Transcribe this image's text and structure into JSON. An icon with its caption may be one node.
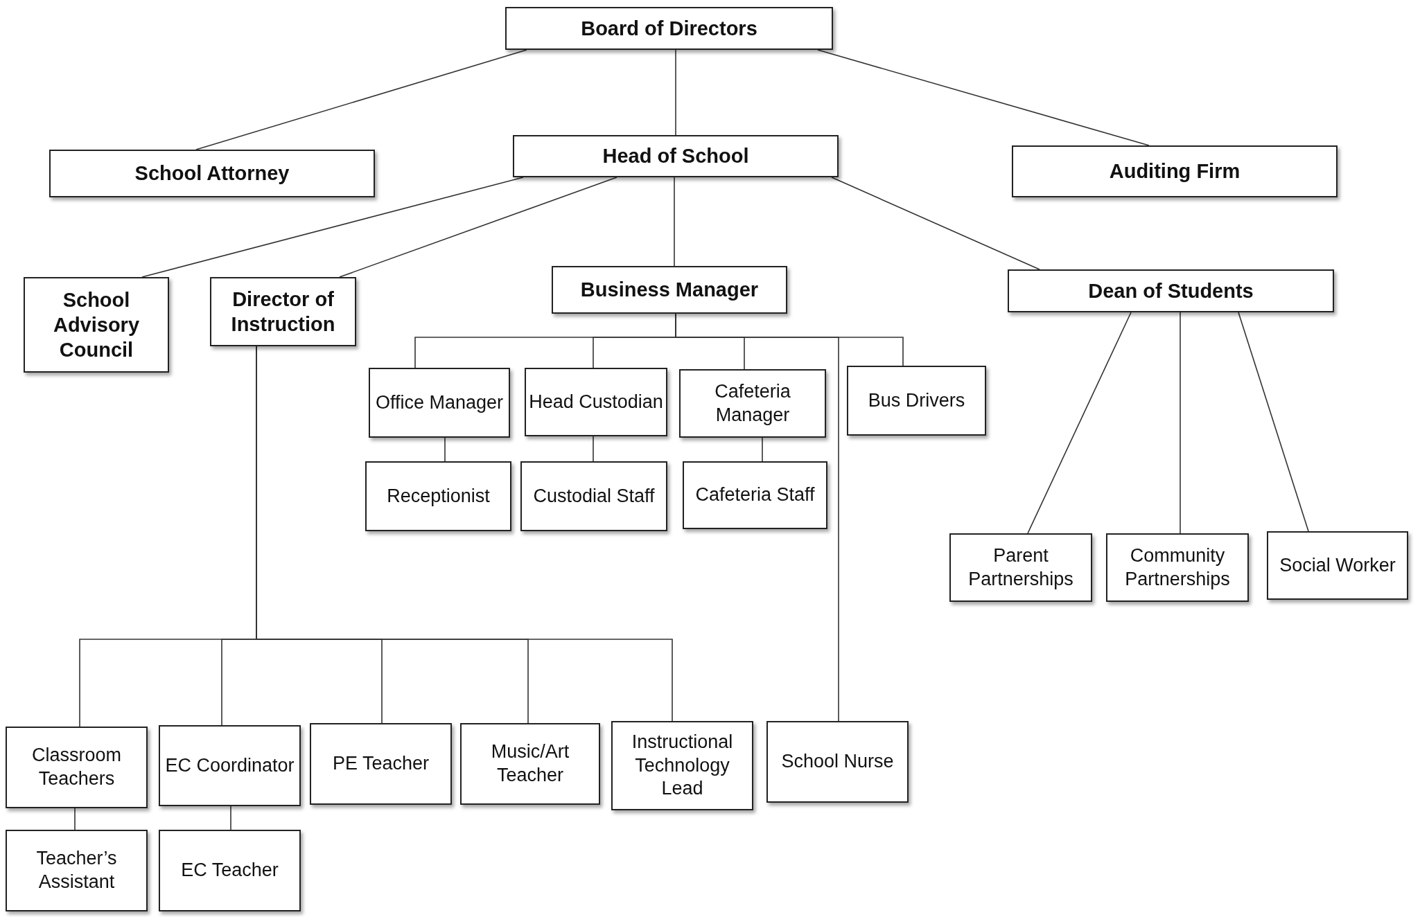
{
  "diagram": {
    "nodes": [
      {
        "text": [
          "Board of Directors"
        ]
      },
      {
        "text": [
          "School Attorney"
        ]
      },
      {
        "text": [
          "Head of School"
        ]
      },
      {
        "text": [
          "Auditing Firm"
        ]
      },
      {
        "text": [
          "School Advisory Council"
        ]
      },
      {
        "text": [
          "Director of Instruction"
        ]
      },
      {
        "text": [
          "Business Manager"
        ]
      },
      {
        "text": [
          "Dean of Students"
        ]
      },
      {
        "text": [
          "Office Manager"
        ]
      },
      {
        "text": [
          "Head Custodian"
        ]
      },
      {
        "text": [
          "Cafeteria Manager"
        ]
      },
      {
        "text": [
          "Bus Drivers"
        ]
      },
      {
        "text": [
          "Receptionist"
        ]
      },
      {
        "text": [
          "Custodial Staff"
        ]
      },
      {
        "text": [
          "Cafeteria Staff"
        ]
      },
      {
        "text": [
          "Parent Partnerships"
        ]
      },
      {
        "text": [
          "Community Partnerships"
        ]
      },
      {
        "text": [
          "Social Worker"
        ]
      },
      {
        "text": [
          "Classroom Teachers"
        ]
      },
      {
        "text": [
          "EC Coordinator"
        ]
      },
      {
        "text": [
          "PE Teacher"
        ]
      },
      {
        "text": [
          "Music/Art Teacher"
        ]
      },
      {
        "text": [
          "Instructional Technology Lead"
        ]
      },
      {
        "text": [
          "School Nurse"
        ]
      },
      {
        "text": [
          "Teacher’s Assistant"
        ]
      },
      {
        "text": [
          "EC Teacher"
        ]
      }
    ],
    "edges": [
      {
        "from": 0,
        "to": 1,
        "arrow": "none"
      },
      {
        "from": 0,
        "to": 2,
        "arrow": "none"
      },
      {
        "from": 0,
        "to": 3,
        "arrow": "none"
      },
      {
        "from": 2,
        "to": 4,
        "arrow": "none"
      },
      {
        "from": 2,
        "to": 5,
        "arrow": "none"
      },
      {
        "from": 2,
        "to": 6,
        "arrow": "none"
      },
      {
        "from": 2,
        "to": 7,
        "arrow": "none"
      },
      {
        "from": 6,
        "to": 8,
        "arrow": "none"
      },
      {
        "from": 6,
        "to": 9,
        "arrow": "none"
      },
      {
        "from": 6,
        "to": 10,
        "arrow": "none"
      },
      {
        "from": 6,
        "to": 11,
        "arrow": "none"
      },
      {
        "from": 6,
        "to": 23,
        "arrow": "none"
      },
      {
        "from": 8,
        "to": 12,
        "arrow": "none"
      },
      {
        "from": 9,
        "to": 13,
        "arrow": "none"
      },
      {
        "from": 10,
        "to": 14,
        "arrow": "none"
      },
      {
        "from": 7,
        "to": 15,
        "arrow": "none"
      },
      {
        "from": 7,
        "to": 16,
        "arrow": "none"
      },
      {
        "from": 7,
        "to": 17,
        "arrow": "none"
      },
      {
        "from": 5,
        "to": 18,
        "arrow": "none"
      },
      {
        "from": 5,
        "to": 19,
        "arrow": "none"
      },
      {
        "from": 5,
        "to": 20,
        "arrow": "none"
      },
      {
        "from": 5,
        "to": 21,
        "arrow": "none"
      },
      {
        "from": 5,
        "to": 22,
        "arrow": "none"
      },
      {
        "from": 18,
        "to": 24,
        "arrow": "none"
      },
      {
        "from": 19,
        "to": 25,
        "arrow": "none"
      }
    ]
  }
}
